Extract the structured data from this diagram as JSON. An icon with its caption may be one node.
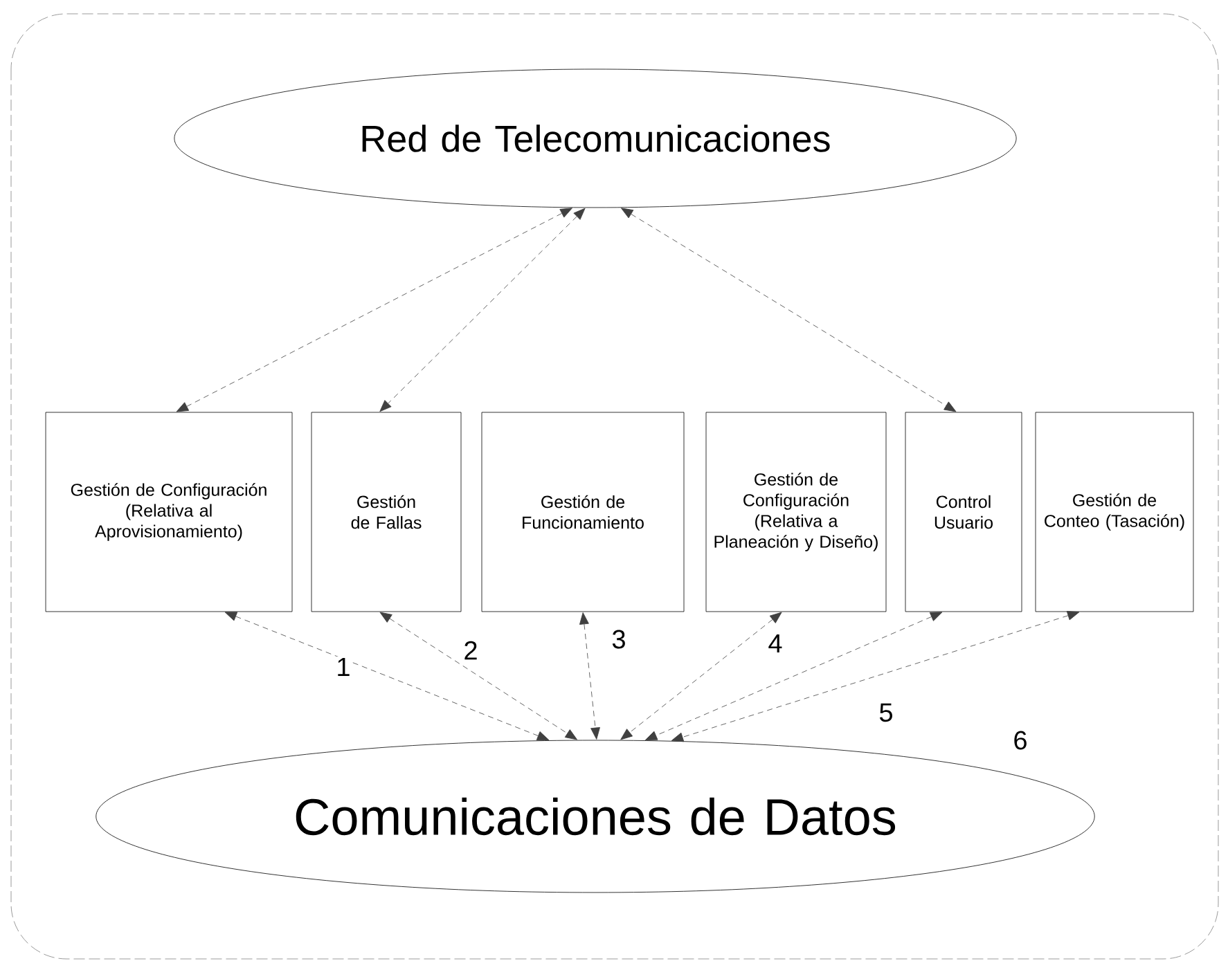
{
  "diagram": {
    "nodes": [
      {
        "text": [
          "Red de Telecomunicaciones"
        ]
      },
      {
        "text": [
          "Gestión de Configuración (Relativa al Aprovisionamiento)"
        ]
      },
      {
        "text": [
          "Gestión de Fallas"
        ]
      },
      {
        "text": [
          "Gestión de Funcionamiento"
        ]
      },
      {
        "text": [
          "Gestión de Configuración (Relativa a Planeación y Diseño)"
        ]
      },
      {
        "text": [
          "Control Usuario"
        ]
      },
      {
        "text": [
          "Gestión de Conteo (Tasación)"
        ]
      },
      {
        "text": [
          "Comunicaciones de Datos"
        ]
      }
    ],
    "edges": [
      {
        "from": 0,
        "to": 1,
        "arrow": "both",
        "style": "dashed"
      },
      {
        "from": 0,
        "to": 2,
        "arrow": "both",
        "style": "dashed"
      },
      {
        "from": 0,
        "to": 5,
        "arrow": "both",
        "style": "dashed"
      },
      {
        "from": 1,
        "to": 7,
        "arrow": "both",
        "style": "dashed",
        "label": "1"
      },
      {
        "from": 2,
        "to": 7,
        "arrow": "both",
        "style": "dashed",
        "label": "2"
      },
      {
        "from": 3,
        "to": 7,
        "arrow": "both",
        "style": "dashed",
        "label": "3"
      },
      {
        "from": 4,
        "to": 7,
        "arrow": "both",
        "style": "dashed",
        "label": "4"
      },
      {
        "from": 5,
        "to": 7,
        "arrow": "both",
        "style": "dashed",
        "label": "5"
      },
      {
        "from": 6,
        "to": 7,
        "arrow": "both",
        "style": "dashed",
        "label": "6"
      }
    ]
  }
}
